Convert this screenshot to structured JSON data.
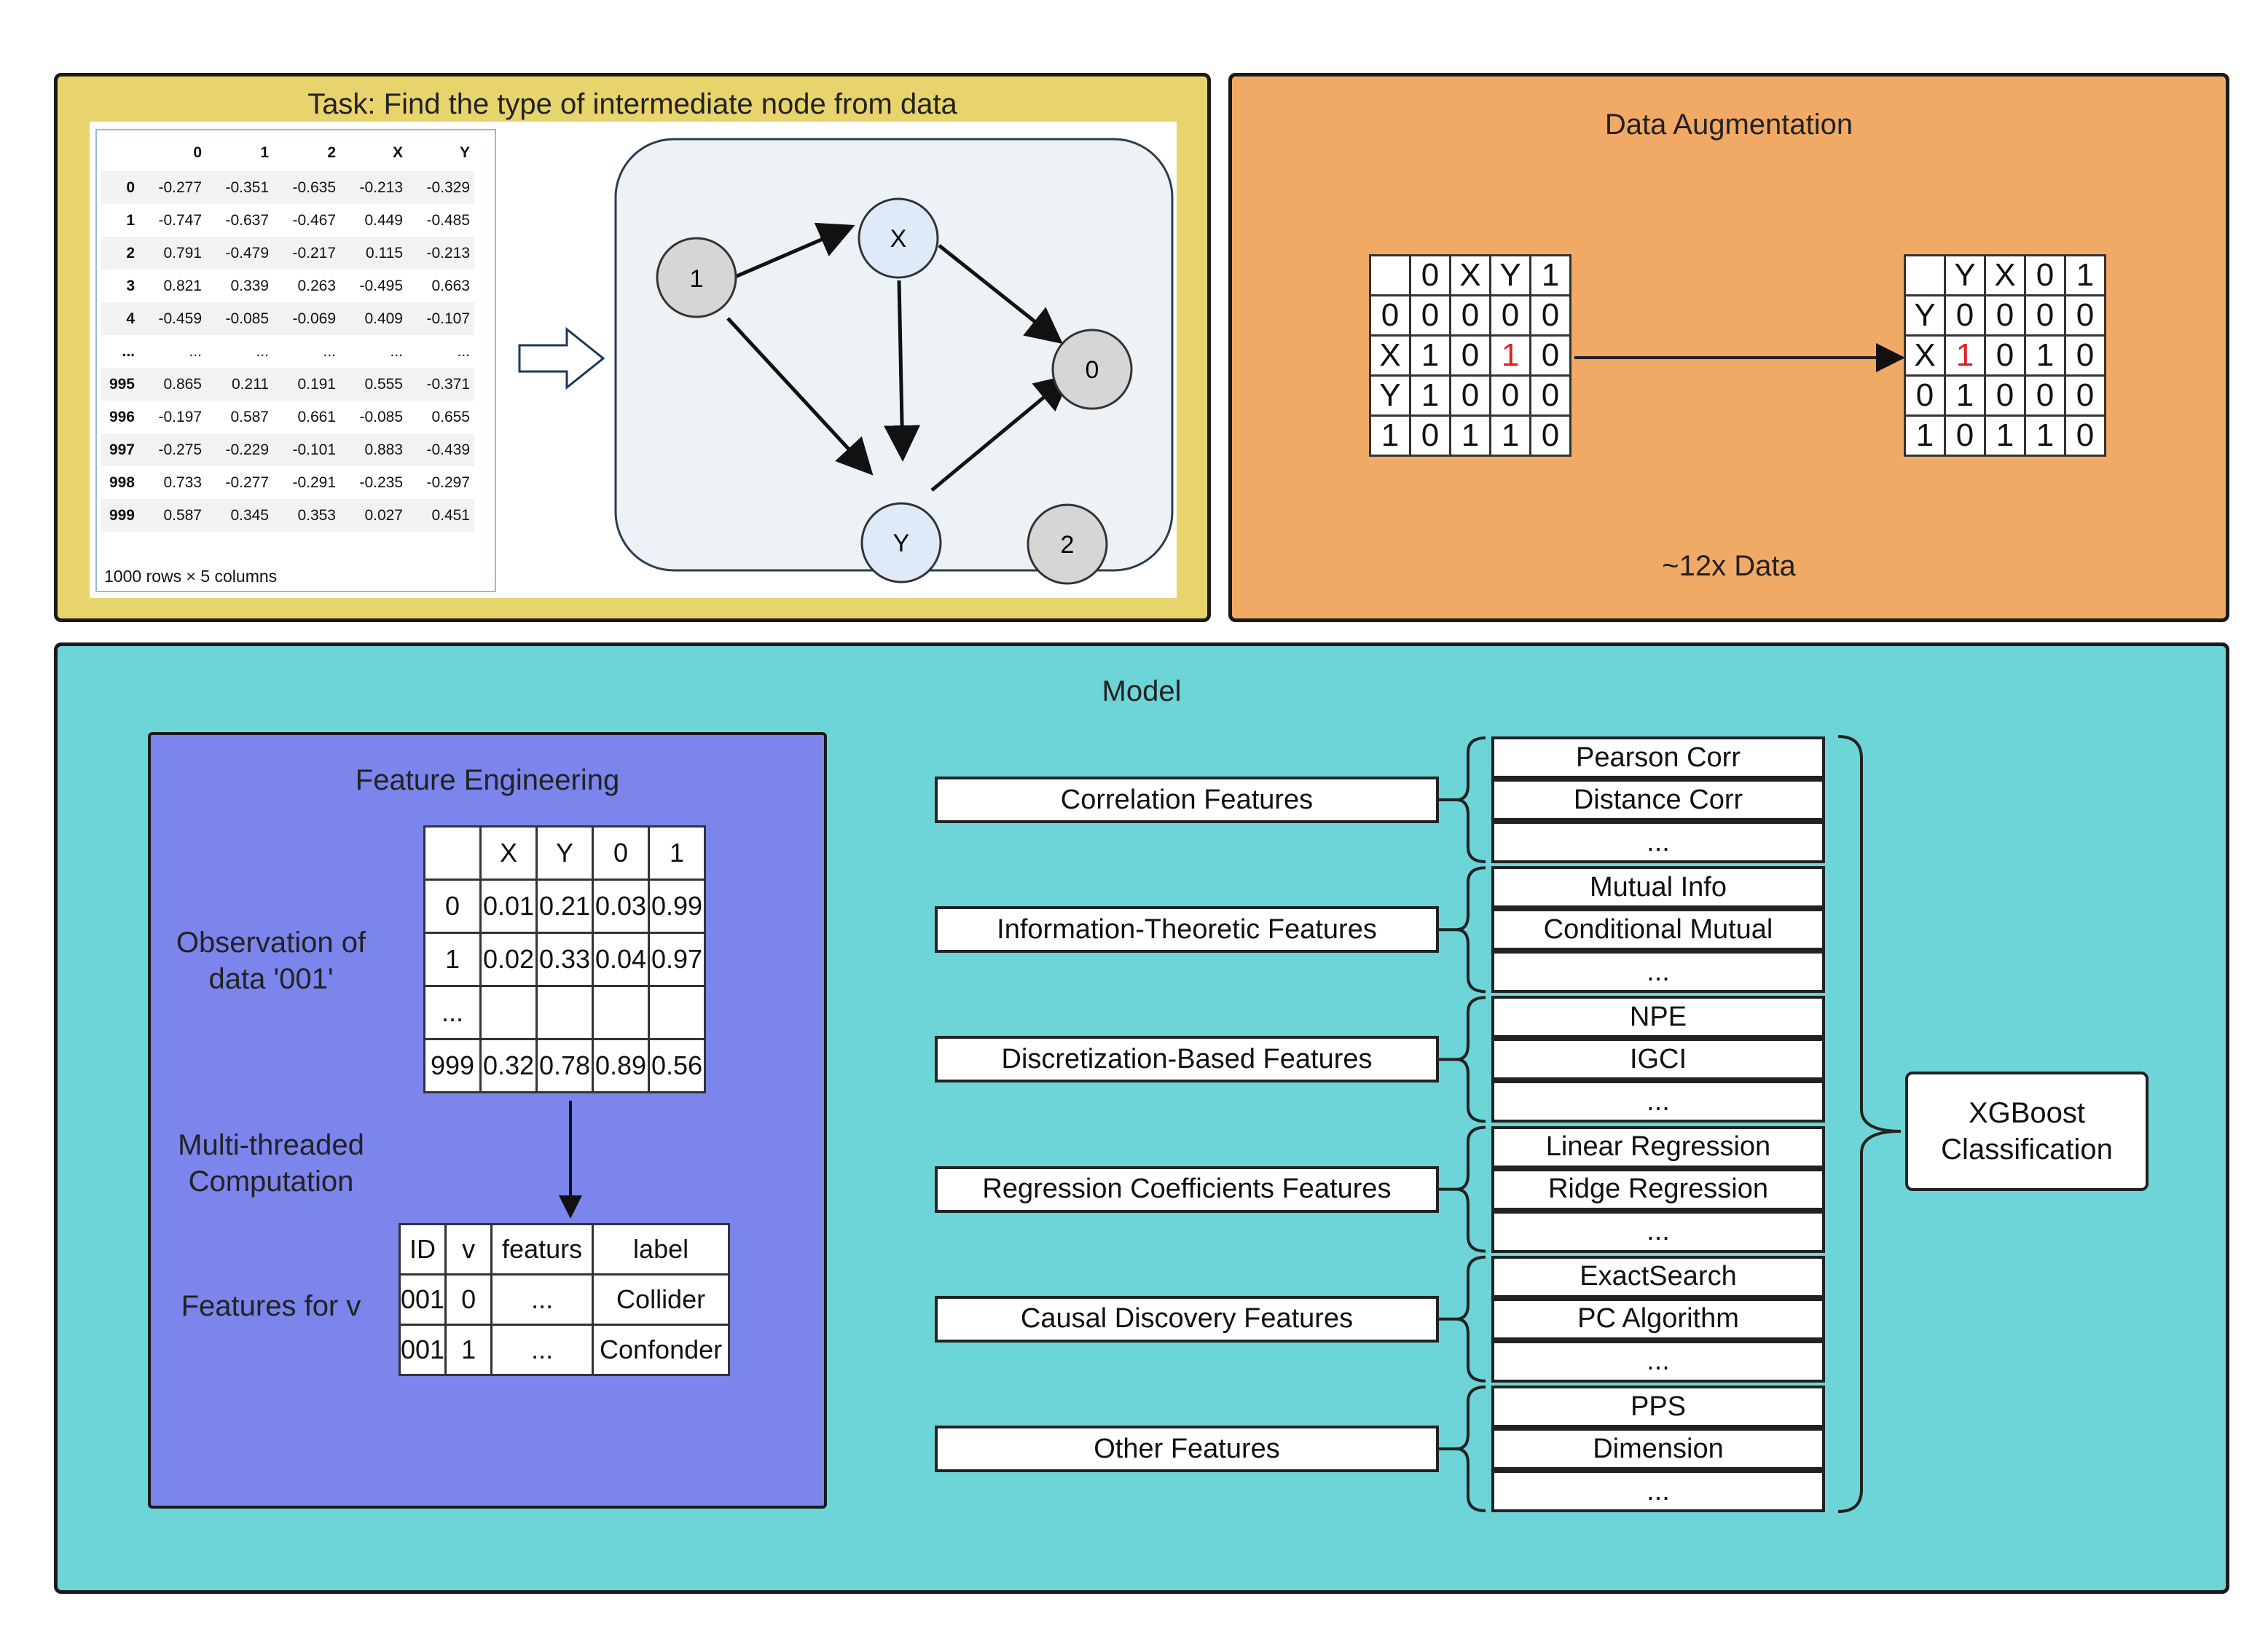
{
  "task": {
    "title": "Task: Find the type of intermediate node from data",
    "table": {
      "columns": [
        "",
        "0",
        "1",
        "2",
        "X",
        "Y"
      ],
      "rows": [
        [
          "0",
          "-0.277",
          "-0.351",
          "-0.635",
          "-0.213",
          "-0.329"
        ],
        [
          "1",
          "-0.747",
          "-0.637",
          "-0.467",
          "0.449",
          "-0.485"
        ],
        [
          "2",
          "0.791",
          "-0.479",
          "-0.217",
          "0.115",
          "-0.213"
        ],
        [
          "3",
          "0.821",
          "0.339",
          "0.263",
          "-0.495",
          "0.663"
        ],
        [
          "4",
          "-0.459",
          "-0.085",
          "-0.069",
          "0.409",
          "-0.107"
        ],
        [
          "...",
          "...",
          "...",
          "...",
          "...",
          "..."
        ],
        [
          "995",
          "0.865",
          "0.211",
          "0.191",
          "0.555",
          "-0.371"
        ],
        [
          "996",
          "-0.197",
          "0.587",
          "0.661",
          "-0.085",
          "0.655"
        ],
        [
          "997",
          "-0.275",
          "-0.229",
          "-0.101",
          "0.883",
          "-0.439"
        ],
        [
          "998",
          "0.733",
          "-0.277",
          "-0.291",
          "-0.235",
          "-0.297"
        ],
        [
          "999",
          "0.587",
          "0.345",
          "0.353",
          "0.027",
          "0.451"
        ]
      ],
      "footer": "1000 rows × 5 columns"
    },
    "graph": {
      "nodes": {
        "n1": "1",
        "nX": "X",
        "n0": "0",
        "nY": "Y",
        "n2": "2"
      }
    }
  },
  "augmentation": {
    "title": "Data Augmentation",
    "footer": "~12x Data",
    "left": [
      [
        "",
        "0",
        "X",
        "Y",
        "1"
      ],
      [
        "0",
        "0",
        "0",
        "0",
        "0"
      ],
      [
        "X",
        "1",
        "0",
        "1",
        "0"
      ],
      [
        "Y",
        "1",
        "0",
        "0",
        "0"
      ],
      [
        "1",
        "0",
        "1",
        "1",
        "0"
      ]
    ],
    "right": [
      [
        "",
        "Y",
        "X",
        "0",
        "1"
      ],
      [
        "Y",
        "0",
        "0",
        "0",
        "0"
      ],
      [
        "X",
        "1",
        "0",
        "1",
        "0"
      ],
      [
        "0",
        "1",
        "0",
        "0",
        "0"
      ],
      [
        "1",
        "0",
        "1",
        "1",
        "0"
      ]
    ]
  },
  "model": {
    "title": "Model",
    "fe": {
      "title": "Feature Engineering",
      "obs_label": "Observation of data '001'",
      "mt_label": "Multi-threaded Computation",
      "fv_label": "Features for v",
      "obs_table": [
        [
          "",
          "X",
          "Y",
          "0",
          "1"
        ],
        [
          "0",
          "0.01",
          "0.21",
          "0.03",
          "0.99"
        ],
        [
          "1",
          "0.02",
          "0.33",
          "0.04",
          "0.97"
        ],
        [
          "...",
          "",
          "",
          "",
          ""
        ],
        [
          "999",
          "0.32",
          "0.78",
          "0.89",
          "0.56"
        ]
      ],
      "out_table": [
        [
          "ID",
          "v",
          "featurs",
          "label"
        ],
        [
          "001",
          "0",
          "...",
          "Collider"
        ],
        [
          "001",
          "1",
          "...",
          "Confonder"
        ]
      ]
    },
    "groups": [
      {
        "name": "Correlation Features",
        "items": [
          "Pearson Corr",
          "Distance Corr",
          "..."
        ]
      },
      {
        "name": "Information-Theoretic Features",
        "items": [
          "Mutual Info",
          "Conditional Mutual",
          "..."
        ]
      },
      {
        "name": "Discretization-Based Features",
        "items": [
          "NPE",
          "IGCI",
          "..."
        ]
      },
      {
        "name": "Regression Coefficients Features",
        "items": [
          "Linear Regression",
          "Ridge Regression",
          "..."
        ]
      },
      {
        "name": "Causal Discovery Features",
        "items": [
          "ExactSearch",
          "PC Algorithm",
          "..."
        ]
      },
      {
        "name": "Other Features",
        "items": [
          "PPS",
          "Dimension",
          "..."
        ]
      }
    ],
    "classifier": "XGBoost Classification"
  },
  "colors": {
    "task_bg": "#e8d46c",
    "aug_bg": "#f1aa66",
    "model_bg": "#6dd5d7",
    "fe_bg": "#7b85eb",
    "node_light": "#dfeaf8",
    "node_gray": "#d6d6d6",
    "highlight": "#e02020"
  }
}
